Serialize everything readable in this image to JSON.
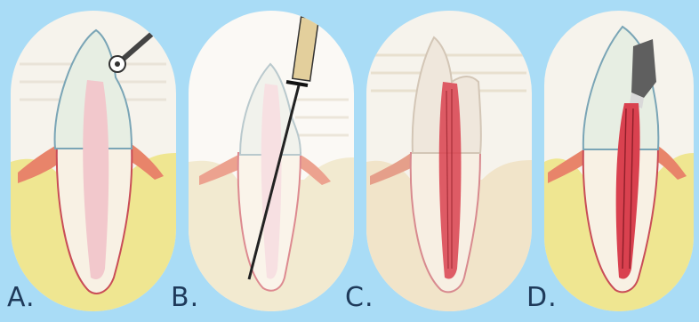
{
  "background_color": "#a9dcf6",
  "panels": [
    {
      "id": "a",
      "label": "A.",
      "step": "access drill"
    },
    {
      "id": "b",
      "label": "B.",
      "step": "file"
    },
    {
      "id": "c",
      "label": "C.",
      "step": "filled"
    },
    {
      "id": "d",
      "label": "D.",
      "step": "crowned"
    }
  ],
  "colors": {
    "bone": "#efe691",
    "crown": "#e7eee3",
    "pulp": "#f2c8cc",
    "gum": "#e8846a",
    "filling": "#d9414f",
    "cap": "#5f5f5f"
  }
}
